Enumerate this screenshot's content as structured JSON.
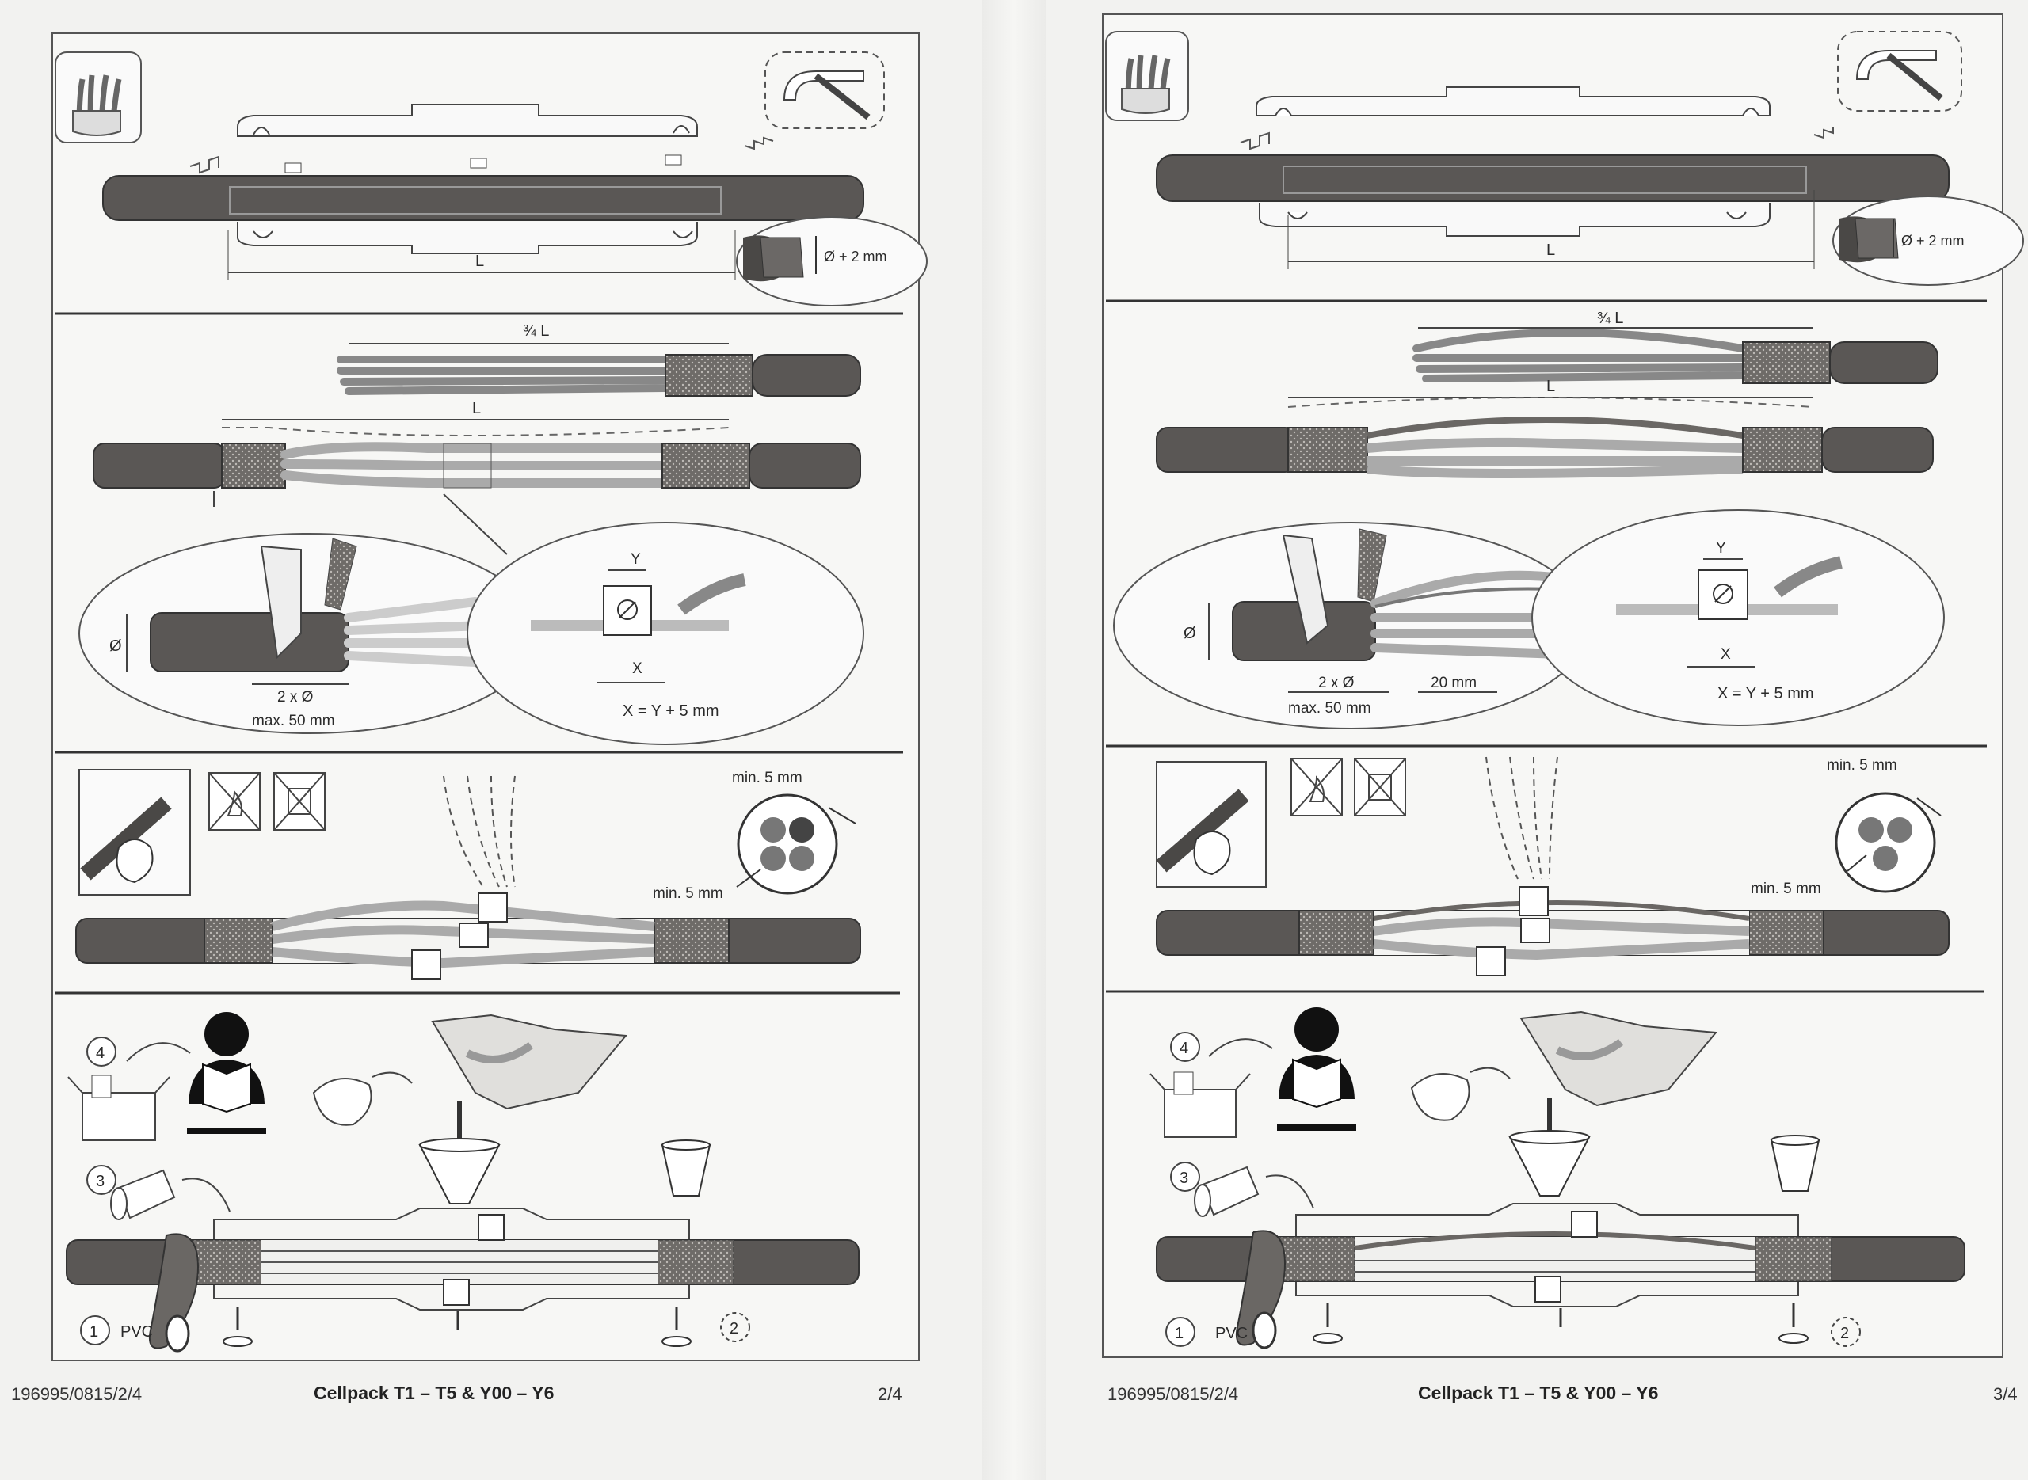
{
  "pages": [
    {
      "dim_L": "L",
      "dim_clearance": "Ø + 2 mm",
      "dim_three_quarter_L": "¾ L",
      "dim_L2": "L",
      "dim_diameter": "Ø",
      "dim_2x": "2 x Ø",
      "dim_max50": "max. 50 mm",
      "dim_20mm": "",
      "dim_Y": "Y",
      "dim_X": "X",
      "formula": "X = Y + 5 mm",
      "min5_top": "min. 5 mm",
      "min5_bottom": "min. 5 mm",
      "step4": "4",
      "step3": "3",
      "step1": "1",
      "pvc": "PVC",
      "step2": "2",
      "footer": {
        "doc_id": "196995/0815/2/4",
        "title": "Cellpack T1 – T5  &  Y00 – Y6",
        "page": "2/4"
      }
    },
    {
      "dim_L": "L",
      "dim_clearance": "Ø + 2 mm",
      "dim_three_quarter_L": "¾ L",
      "dim_L2": "L",
      "dim_diameter": "Ø",
      "dim_2x": "2 x Ø",
      "dim_max50": "max. 50 mm",
      "dim_20mm": "20 mm",
      "dim_Y": "Y",
      "dim_X": "X",
      "formula": "X = Y + 5 mm",
      "min5_top": "min. 5 mm",
      "min5_bottom": "min. 5 mm",
      "step4": "4",
      "step3": "3",
      "step1": "1",
      "pvc": "PVC",
      "step2": "2",
      "footer": {
        "doc_id": "196995/0815/2/4",
        "title": "Cellpack T1 – T5  &  Y00 – Y6",
        "page": "3/4"
      }
    }
  ],
  "colors": {
    "cable": "#5a5755",
    "cable_dark": "#3e3c3b",
    "tape": "#8a8784",
    "line": "#333333",
    "paper": "#f7f7f5"
  },
  "icons": [
    "cable-cores-icon",
    "hand-tape-icon",
    "no-flame-icon",
    "no-heat-icon",
    "person-reading-icon",
    "open-box-icon",
    "gloves-icon",
    "resin-bag-icon",
    "funnel-icon",
    "pvc-tape-roll-icon",
    "shell-cap-icon",
    "bracket-icon",
    "terminal-icon",
    "cable-end-cap-icon",
    "cable-cross-section-icon"
  ]
}
